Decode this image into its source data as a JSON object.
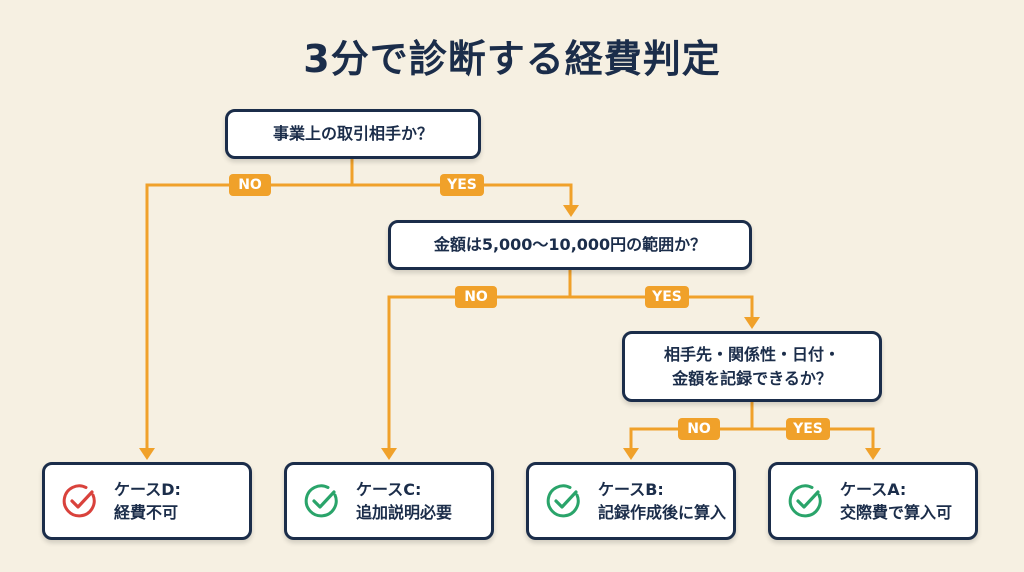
{
  "title": "3分で診断する経費判定",
  "colors": {
    "background": "#f6f0e2",
    "navy": "#1b2d4a",
    "connector": "#f0a12a",
    "ok_green": "#2aa46a",
    "ng_red": "#d9423c"
  },
  "questions": [
    {
      "id": "q1",
      "text": "事業上の取引相手か？"
    },
    {
      "id": "q2",
      "text": "金額は5,000〜10,000円の範囲か？"
    },
    {
      "id": "q3",
      "line1": "相手先・関係性・日付・",
      "line2": "金額を記録できるか？"
    }
  ],
  "branch_labels": {
    "q1_no": "NO",
    "q1_yes": "YES",
    "q2_no": "NO",
    "q2_yes": "YES",
    "q3_no": "NO",
    "q3_yes": "YES"
  },
  "results": [
    {
      "case": "ケースD:",
      "desc": "経費不可",
      "icon": "check-circle-icon",
      "status": "ng"
    },
    {
      "case": "ケースC:",
      "desc": "追加説明必要",
      "icon": "check-circle-icon",
      "status": "ok"
    },
    {
      "case": "ケースB:",
      "desc": "記録作成後に算入",
      "icon": "check-circle-icon",
      "status": "ok"
    },
    {
      "case": "ケースA:",
      "desc": "交際費で算入可",
      "icon": "check-circle-icon",
      "status": "ok"
    }
  ]
}
